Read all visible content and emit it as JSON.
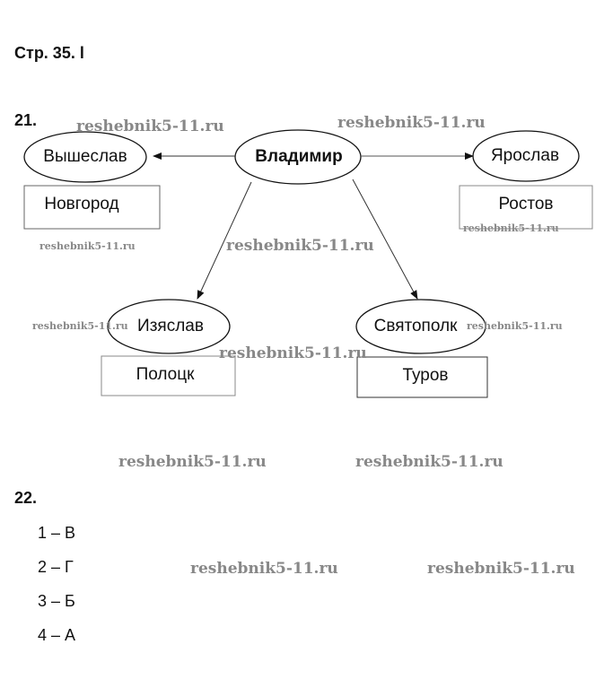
{
  "page_title": "Стр. 35. l",
  "task21": {
    "number": "21.",
    "center": "Владимир",
    "sons": [
      "Вышеслав",
      "Ярослав",
      "Изяслав",
      "Святополк"
    ],
    "cities": [
      "Новгород",
      "Ростов",
      "Полоцк",
      "Туров"
    ]
  },
  "task22": {
    "number": "22.",
    "answers": [
      "1 – В",
      "2 – Г",
      "3 – Б",
      "4 – А"
    ]
  },
  "watermark": "reshebnik5-11.ru"
}
